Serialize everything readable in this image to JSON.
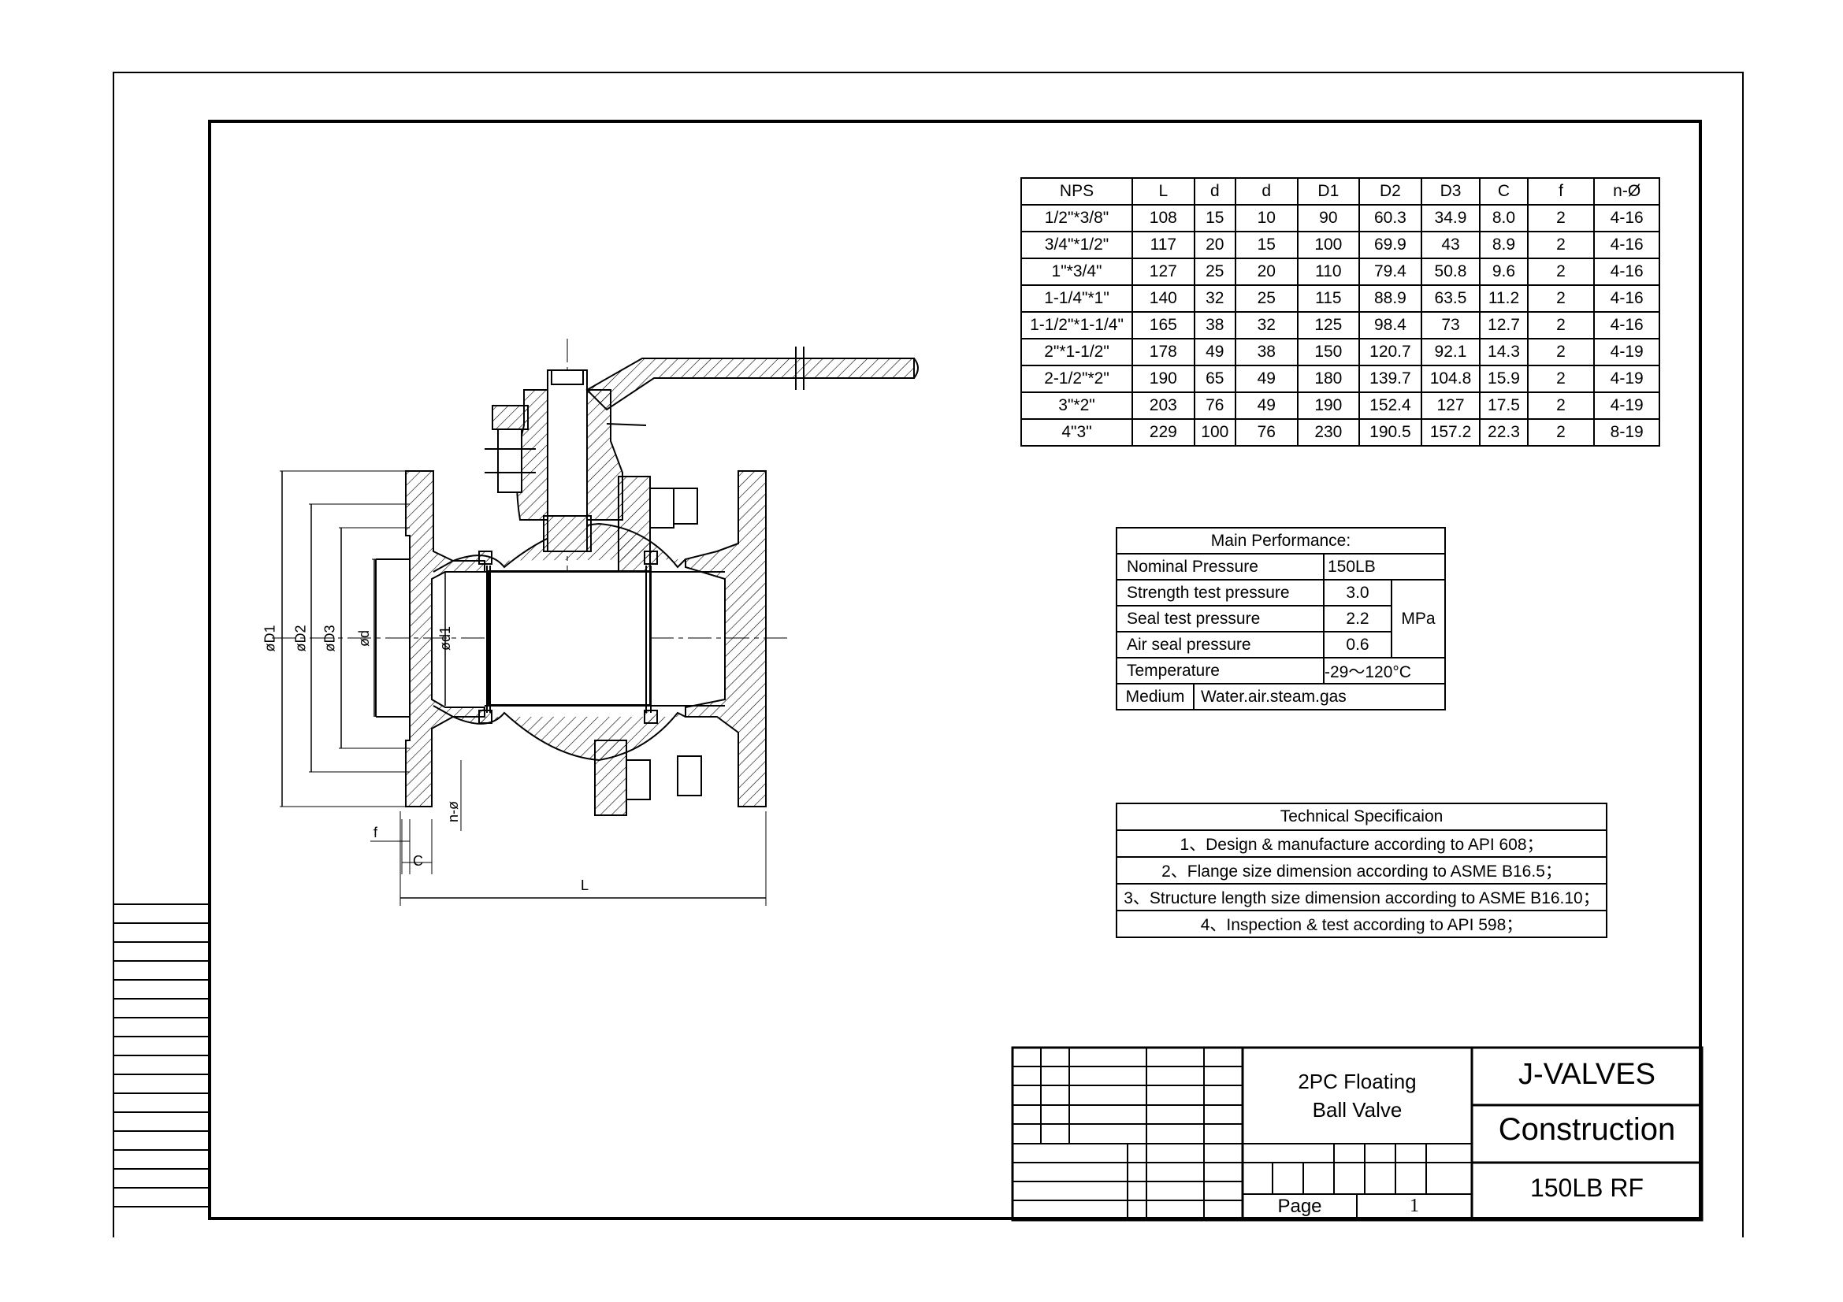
{
  "dimension_table": {
    "headers": [
      "NPS",
      "L",
      "d",
      "d",
      "D1",
      "D2",
      "D3",
      "C",
      "f",
      "n-Ø"
    ],
    "rows": [
      [
        "1/2\"*3/8\"",
        "108",
        "15",
        "10",
        "90",
        "60.3",
        "34.9",
        "8.0",
        "2",
        "4-16"
      ],
      [
        "3/4\"*1/2\"",
        "117",
        "20",
        "15",
        "100",
        "69.9",
        "43",
        "8.9",
        "2",
        "4-16"
      ],
      [
        "1\"*3/4\"",
        "127",
        "25",
        "20",
        "110",
        "79.4",
        "50.8",
        "9.6",
        "2",
        "4-16"
      ],
      [
        "1-1/4\"*1\"",
        "140",
        "32",
        "25",
        "115",
        "88.9",
        "63.5",
        "11.2",
        "2",
        "4-16"
      ],
      [
        "1-1/2\"*1-1/4\"",
        "165",
        "38",
        "32",
        "125",
        "98.4",
        "73",
        "12.7",
        "2",
        "4-16"
      ],
      [
        "2\"*1-1/2\"",
        "178",
        "49",
        "38",
        "150",
        "120.7",
        "92.1",
        "14.3",
        "2",
        "4-19"
      ],
      [
        "2-1/2\"*2\"",
        "190",
        "65",
        "49",
        "180",
        "139.7",
        "104.8",
        "15.9",
        "2",
        "4-19"
      ],
      [
        "3\"*2\"",
        "203",
        "76",
        "49",
        "190",
        "152.4",
        "127",
        "17.5",
        "2",
        "4-19"
      ],
      [
        "4\"3\"",
        "229",
        "100",
        "76",
        "230",
        "190.5",
        "157.2",
        "22.3",
        "2",
        "8-19"
      ]
    ]
  },
  "main_performance": {
    "title": "Main Performance:",
    "nominal_pressure_label": "Nominal Pressure",
    "nominal_pressure_value": "150LB",
    "strength_label": "Strength test pressure",
    "strength_value": "3.0",
    "seal_label": "Seal test pressure",
    "seal_value": "2.2",
    "air_label": "Air seal pressure",
    "air_value": "0.6",
    "pressure_unit": "MPa",
    "temperature_label": "Temperature",
    "temperature_value": "-29～120°C",
    "medium_label": "Medium",
    "medium_value": "Water.air.steam.gas"
  },
  "technical_spec": {
    "title": "Technical Specificaion",
    "items": [
      "1、Design & manufacture according to API 608；",
      "2、Flange size dimension according to ASME B16.5；",
      "3、Structure length size dimension according to ASME B16.10；",
      "4、Inspection & test according to API 598；"
    ]
  },
  "drawing_labels": {
    "d1_outer": "øD1",
    "d2": "øD2",
    "d3": "øD3",
    "d": "ød",
    "d1": "ød1",
    "n_phi": "n-ø",
    "f": "f",
    "c": "C",
    "l": "L"
  },
  "title_block": {
    "product_line1": "2PC Floating",
    "product_line2": "Ball Valve",
    "company": "J-VALVES",
    "drawing_type": "Construction",
    "rating": "150LB RF",
    "page_label": "Page",
    "page_number": "1"
  }
}
